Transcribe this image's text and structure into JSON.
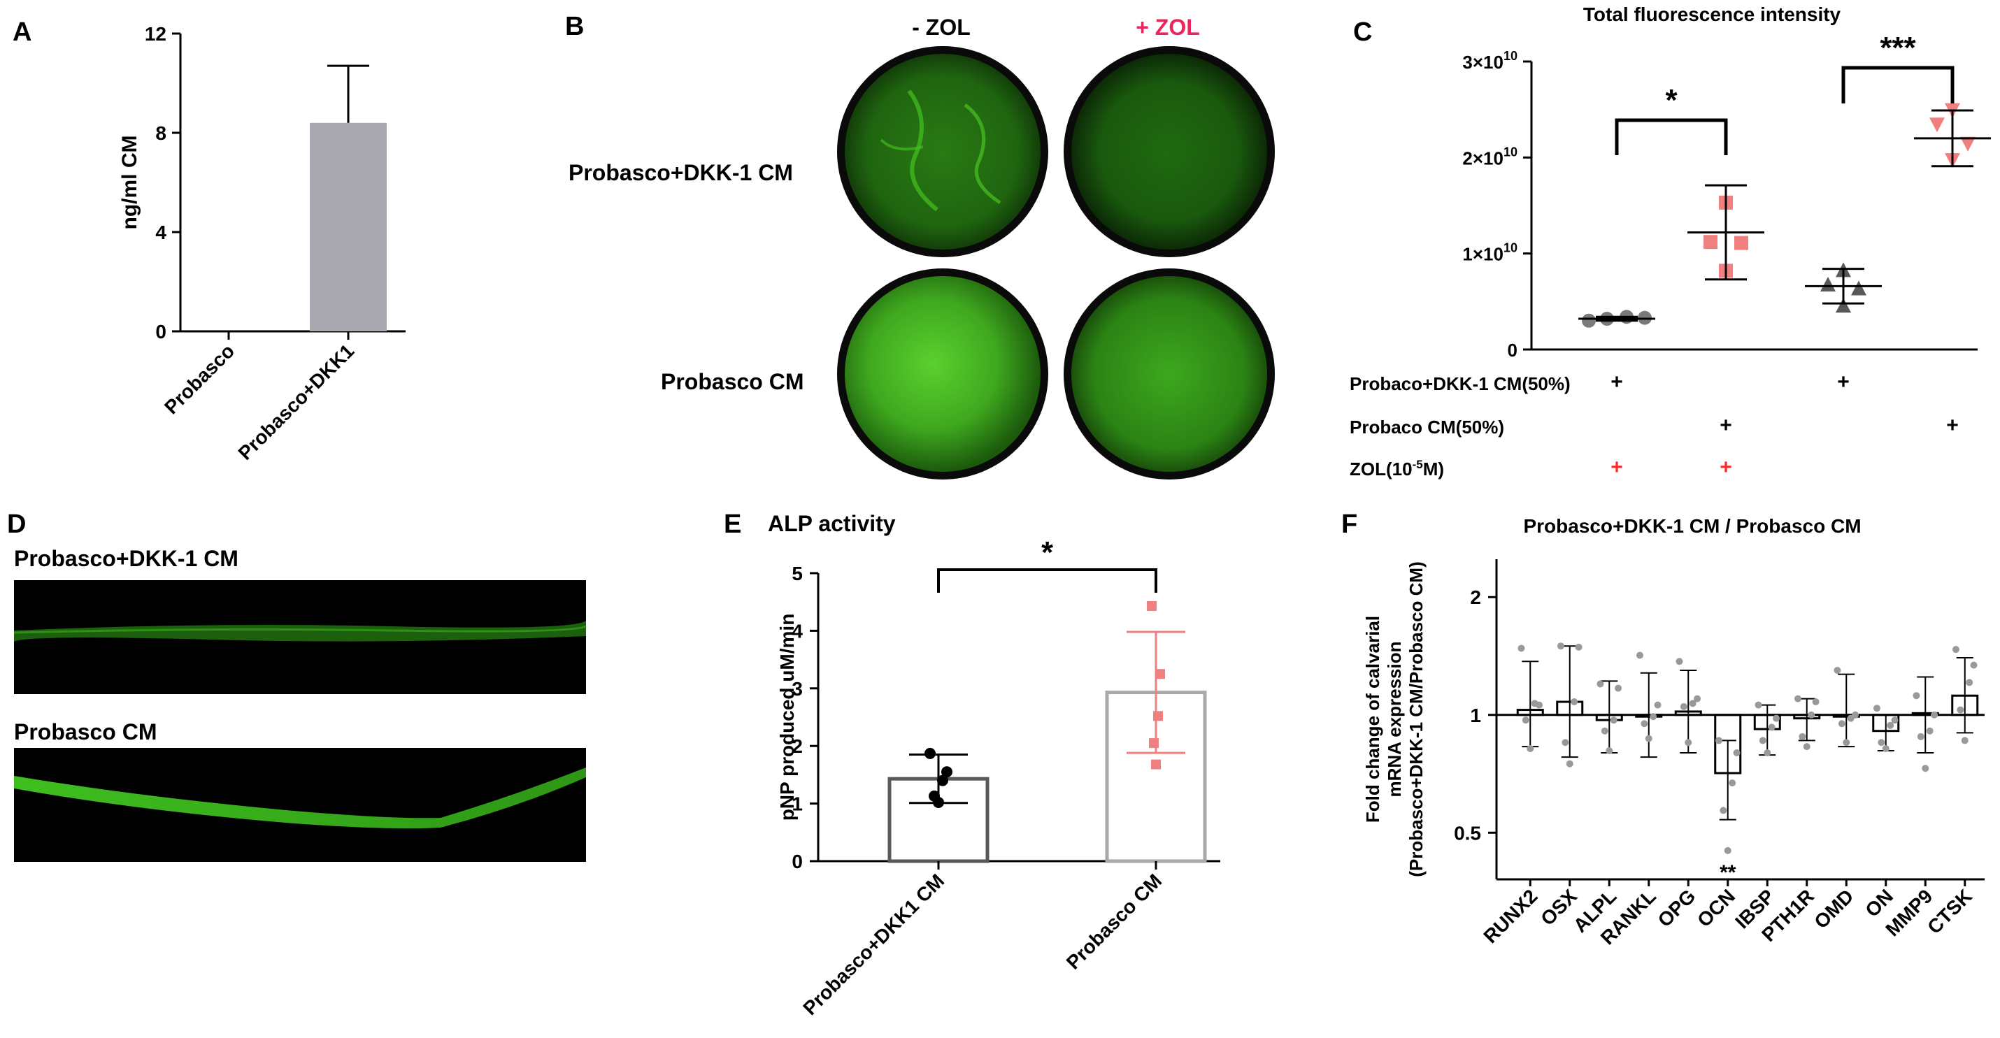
{
  "panels": {
    "A": "A",
    "B": "B",
    "C": "C",
    "D": "D",
    "E": "E",
    "F": "F"
  },
  "colors": {
    "bar_gray": "#a9a7af",
    "pink": "#f08080",
    "red": "#ff2a2a",
    "zol_red": "#e8285a",
    "green": "#3fbf1f",
    "dark": "#595959"
  },
  "chart_data": [
    {
      "panel": "A",
      "type": "bar",
      "categories": [
        "Probasco",
        "Probasco+DKK1"
      ],
      "values": [
        0,
        8.4
      ],
      "error": [
        0,
        2.3
      ],
      "ylabel": "ng/ml CM",
      "ylim": [
        0,
        12
      ],
      "yticks": [
        "0",
        "4",
        "8",
        "12"
      ]
    },
    {
      "panel": "C",
      "type": "scatter",
      "title": "Total fluorescence intensity",
      "ylim": [
        0,
        30000000000.0
      ],
      "yticks": [
        "0",
        "1×10",
        "2×10",
        "3×10"
      ],
      "ytick_exp": "10",
      "groups": [
        {
          "points": [
            3000000000.0,
            3200000000.0,
            3400000000.0,
            3300000000.0
          ],
          "mean": 3200000000.0,
          "sd": 200000000.0,
          "marker": "circle",
          "color": "#7a7a7a"
        },
        {
          "points": [
            15300000000.0,
            11200000000.0,
            11100000000.0,
            8200000000.0
          ],
          "mean": 12200000000.0,
          "sd": 4900000000.0,
          "marker": "square",
          "color": "#f08080"
        },
        {
          "points": [
            8200000000.0,
            6700000000.0,
            6300000000.0,
            4500000000.0
          ],
          "mean": 6600000000.0,
          "sd": 1800000000.0,
          "marker": "triangle",
          "color": "#595959"
        },
        {
          "points": [
            25000000000.0,
            23500000000.0,
            21500000000.0,
            19800000000.0
          ],
          "mean": 22000000000.0,
          "sd": 2900000000.0,
          "marker": "triangle-down",
          "color": "#f08080"
        }
      ],
      "significance": [
        {
          "from": 0,
          "to": 1,
          "label": "*"
        },
        {
          "from": 2,
          "to": 3,
          "label": "***"
        }
      ],
      "conditions": {
        "rows": [
          {
            "label": "Probaco+DKK-1 CM(50%)",
            "marks": [
              "+",
              "",
              "+",
              ""
            ],
            "red": false
          },
          {
            "label": "Probaco CM(50%)",
            "marks": [
              "",
              "+",
              "",
              "+"
            ],
            "red": false
          },
          {
            "label": "ZOL(10",
            "sup": "-5",
            "suffix": "M)",
            "marks": [
              "+",
              "+",
              "",
              ""
            ],
            "red": true
          }
        ]
      }
    },
    {
      "panel": "E",
      "type": "bar",
      "title": "ALP activity",
      "categories": [
        "Probasco+DKK1 CM",
        "Probasco  CM"
      ],
      "values": [
        1.43,
        2.93
      ],
      "error": [
        0.42,
        1.05
      ],
      "points": [
        [
          1.87,
          1.55,
          1.4,
          1.13,
          1.02
        ],
        [
          4.43,
          3.25,
          2.52,
          2.05,
          1.68
        ]
      ],
      "ylabel": "pNP produced uM/min",
      "ylim": [
        0,
        5
      ],
      "yticks": [
        "0",
        "1",
        "2",
        "3",
        "4",
        "5"
      ],
      "significance": "*"
    },
    {
      "panel": "F",
      "type": "bar",
      "title": "Probasco+DKK-1 CM / Probasco CM",
      "ylabel_lines": [
        "Fold change of calvarial",
        "mRNA expression",
        "(Probasco+DKK-1 CM/Probasco CM)"
      ],
      "scale": "log2",
      "ylim": [
        0.38,
        2.5
      ],
      "yticks": [
        {
          "v": 0.5,
          "label": "0.5"
        },
        {
          "v": 1,
          "label": "1"
        },
        {
          "v": 2,
          "label": "2"
        }
      ],
      "categories": [
        "RUNX2",
        "OSX",
        "ALPL",
        "RANKL",
        "OPG",
        "OCN",
        "IBSP",
        "PTH1R",
        "OMD",
        "ON",
        "MMP9",
        "CTSK"
      ],
      "values": [
        1.03,
        1.08,
        0.97,
        0.99,
        1.02,
        0.71,
        0.92,
        0.98,
        0.99,
        0.91,
        1.01,
        1.12
      ],
      "err_hi": [
        1.37,
        1.5,
        1.22,
        1.28,
        1.3,
        0.86,
        1.06,
        1.1,
        1.27,
        1.0,
        1.25,
        1.4
      ],
      "err_lo": [
        0.83,
        0.78,
        0.8,
        0.78,
        0.8,
        0.54,
        0.79,
        0.86,
        0.83,
        0.81,
        0.8,
        0.9
      ],
      "points": [
        [
          1.48,
          1.06,
          1.07,
          0.97,
          0.82
        ],
        [
          1.5,
          1.49,
          1.08,
          0.85,
          0.75
        ],
        [
          1.2,
          1.17,
          0.97,
          0.91,
          0.81
        ],
        [
          1.42,
          1.06,
          0.99,
          0.95,
          0.87
        ],
        [
          1.37,
          1.1,
          1.07,
          1.05,
          0.85
        ],
        [
          0.86,
          0.8,
          0.67,
          0.57,
          0.45
        ],
        [
          1.06,
          0.98,
          0.93,
          0.86,
          0.8
        ],
        [
          1.1,
          1.08,
          1.0,
          0.88,
          0.83
        ],
        [
          1.3,
          1.0,
          0.98,
          0.95,
          0.85
        ],
        [
          1.04,
          0.97,
          0.94,
          0.85,
          0.82
        ],
        [
          1.12,
          1.0,
          0.91,
          0.88,
          0.73
        ],
        [
          1.47,
          1.34,
          1.21,
          1.03,
          0.86
        ]
      ],
      "annotation": {
        "category": "OCN",
        "label": "**"
      }
    }
  ],
  "panelB": {
    "col_headers": [
      "- ZOL",
      "+ ZOL"
    ],
    "row_labels": [
      "Probasco+DKK-1 CM",
      "Probasco CM"
    ]
  },
  "panelD": {
    "labels": [
      "Probasco+DKK-1 CM",
      "Probasco CM"
    ]
  }
}
